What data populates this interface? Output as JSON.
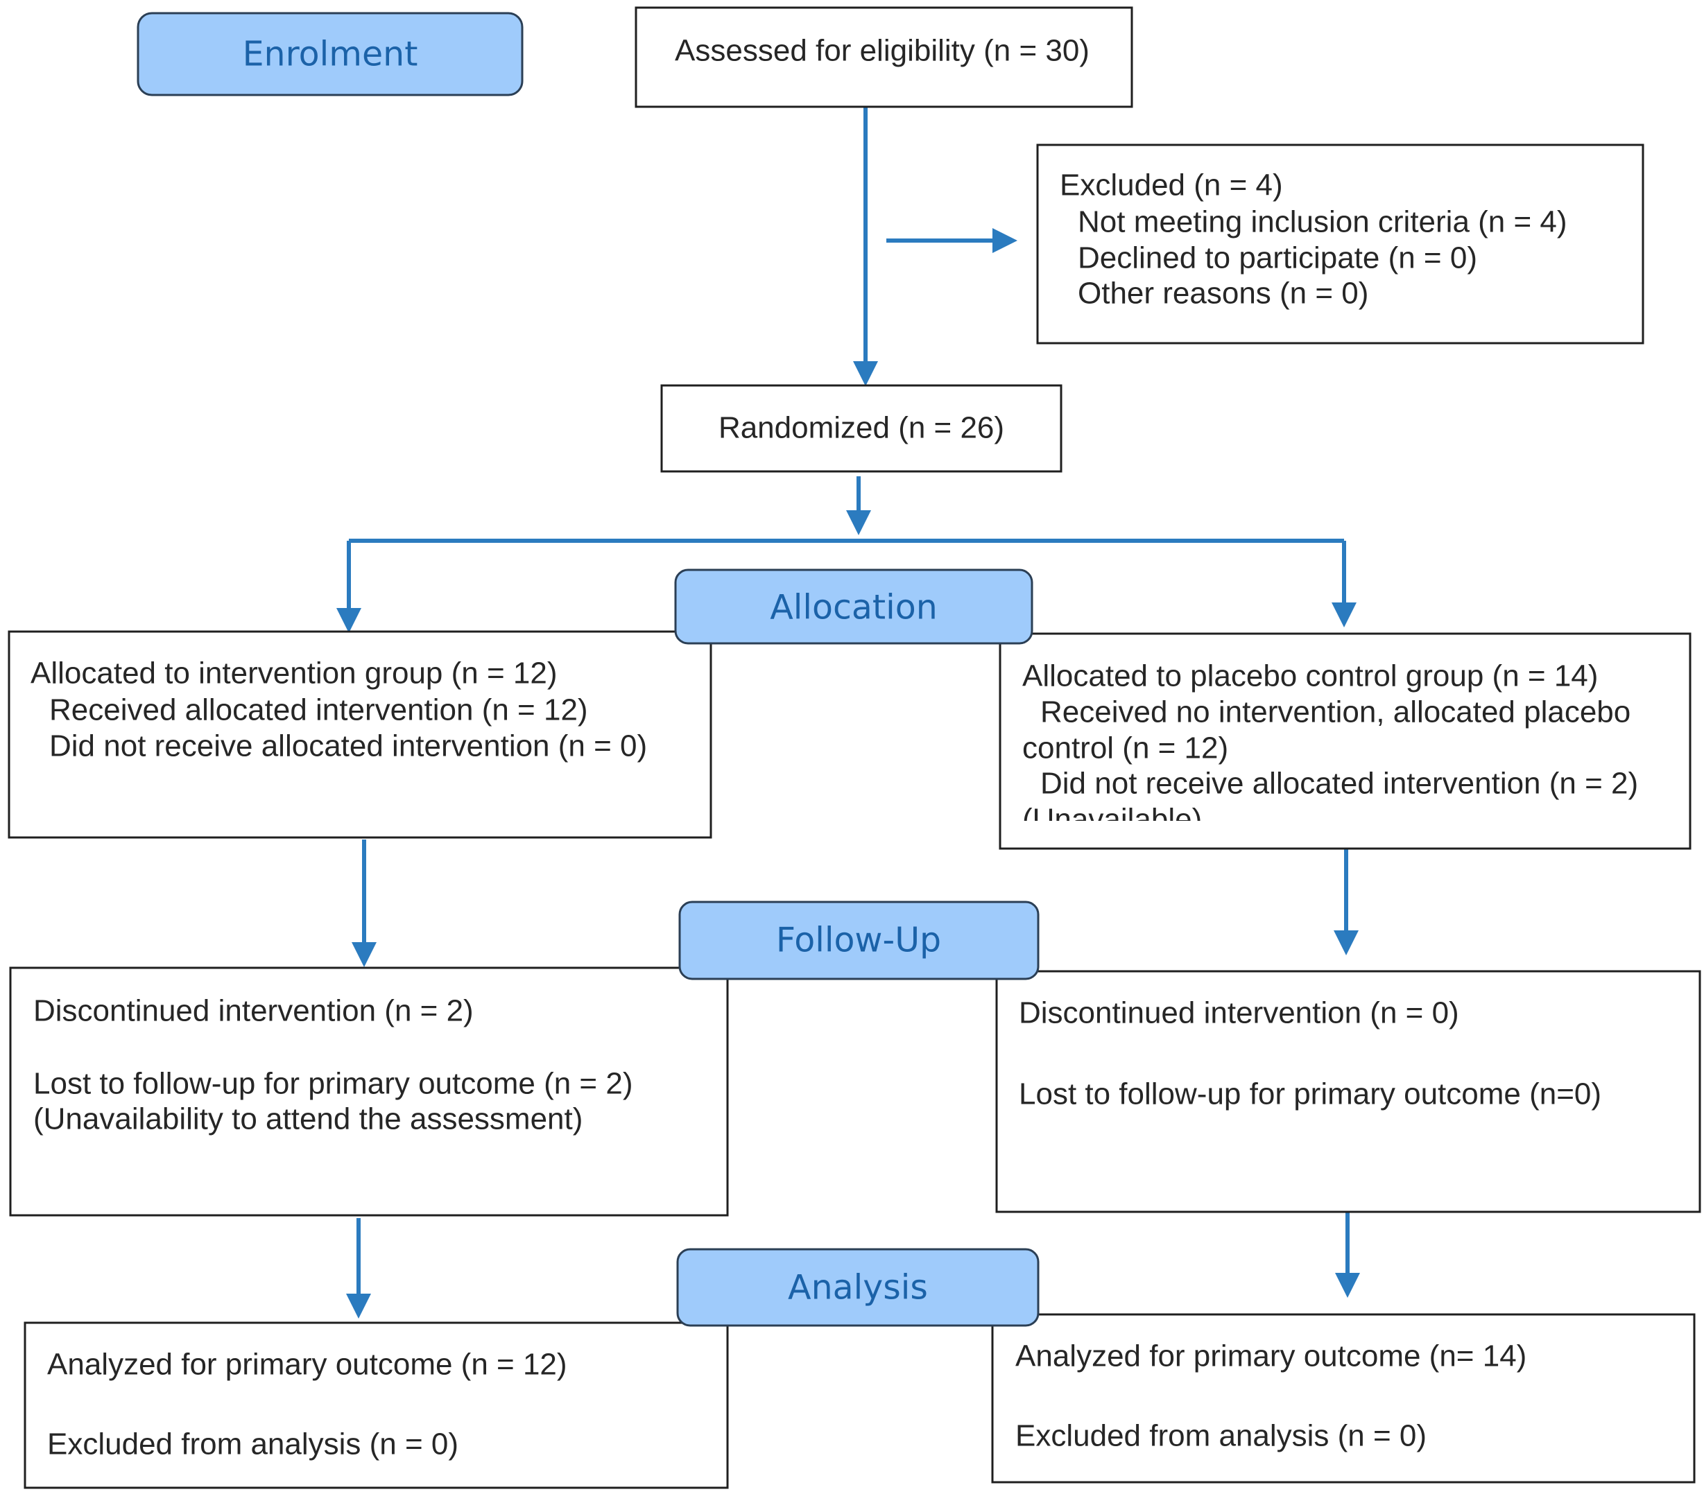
{
  "stages": {
    "enrolment": "Enrolment",
    "allocation": "Allocation",
    "follow_up": "Follow-Up",
    "analysis": "Analysis"
  },
  "assessed": "Assessed for eligibility (n = 30)",
  "excluded": {
    "title": "Excluded (n = 4)",
    "reasons": [
      "Not meeting inclusion criteria (n = 4)",
      "Declined to participate (n = 0)",
      "Other reasons (n = 0)"
    ]
  },
  "randomized": "Randomized (n = 26)",
  "intervention": {
    "allocation": [
      "Allocated to intervention group (n = 12)",
      "Received allocated intervention (n = 12)",
      "Did not receive allocated intervention (n = 0)"
    ],
    "follow_up": {
      "discontinued": "Discontinued intervention (n = 2)",
      "lost": "Lost to follow-up for primary outcome (n = 2)",
      "lost_reason": "(Unavailability to attend the assessment)"
    },
    "analysis": {
      "analyzed": "Analyzed for primary outcome (n = 12)",
      "excluded": "Excluded from analysis (n = 0)"
    }
  },
  "placebo": {
    "allocation": [
      "Allocated to placebo control group (n = 14)",
      "Received no intervention, allocated placebo",
      "control (n = 12)",
      "Did not receive allocated intervention (n = 2)",
      "(Unavailable)"
    ],
    "follow_up": {
      "discontinued": "Discontinued intervention (n = 0)",
      "lost": "Lost to follow-up for primary outcome (n=0)"
    },
    "analysis": {
      "analyzed": "Analyzed for primary outcome (n= 14)",
      "excluded": "Excluded from analysis (n = 0)"
    }
  },
  "colors": {
    "stage_fill": "#9fcbfb",
    "stage_text": "#1b62a8",
    "arrow": "#2b7bbf",
    "box_border": "#1f1f1f",
    "text": "#262626"
  }
}
